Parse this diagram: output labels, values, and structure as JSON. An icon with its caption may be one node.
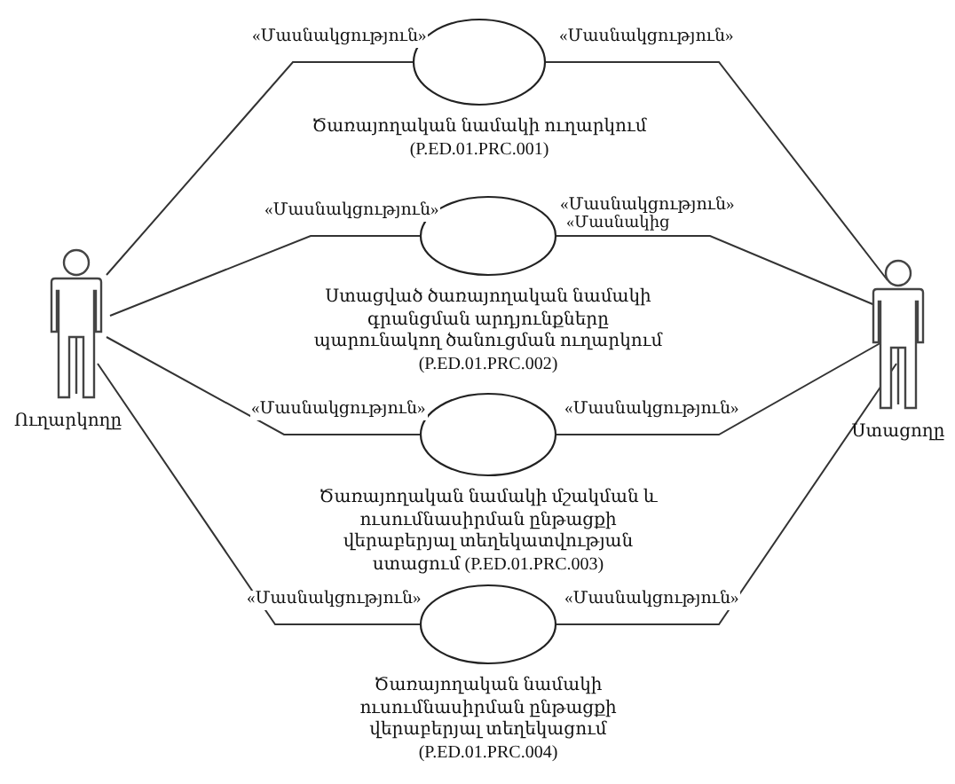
{
  "diagram": {
    "nodes": [
      {
        "text": [
          "Ուղարկողը"
        ]
      },
      {
        "text": [
          "Ստացողը"
        ]
      },
      {
        "text": [
          "Ծառայողական նամակի ուղարկում (P.ED.01.PRC.001)"
        ]
      },
      {
        "text": [
          "Ստացված ծառայողական նամակի գրանցման արդյունքները պարունակող ծանուցման ուղարկում (P.ED.01.PRC.002)"
        ]
      },
      {
        "text": [
          "Ծառայողական նամակի մշակման և ուսումնասիրման ընթացքի վերաբերյալ տեղեկատվության ստացում (P.ED.01.PRC.003)"
        ]
      },
      {
        "text": [
          "Ծառայողական նամակի ուսումնասիրման ընթացքի վերաբերյալ տեղեկացում (P.ED.01.PRC.004)"
        ]
      }
    ],
    "edges": [
      {
        "from": 0,
        "to": 2,
        "arrow": "none",
        "label": "«Մասնակցություն»"
      },
      {
        "from": 1,
        "to": 2,
        "arrow": "none",
        "label": "«Մասնակցություն»"
      },
      {
        "from": 0,
        "to": 3,
        "arrow": "none",
        "label": "«Մասնակցություն»"
      },
      {
        "from": 1,
        "to": 3,
        "arrow": "none",
        "label": "«Մասնակցություն»"
      },
      {
        "from": 0,
        "to": 4,
        "arrow": "none",
        "label": "«Մասնակցություն»"
      },
      {
        "from": 1,
        "to": 4,
        "arrow": "none",
        "label": "«Մասնակցություն»"
      },
      {
        "from": 0,
        "to": 5,
        "arrow": "none",
        "label": "«Մասնակցություն»"
      },
      {
        "from": 1,
        "to": 5,
        "arrow": "none",
        "label": "«Մասնակցություն»"
      }
    ],
    "labels": [
      "«Մասնակից"
    ]
  }
}
